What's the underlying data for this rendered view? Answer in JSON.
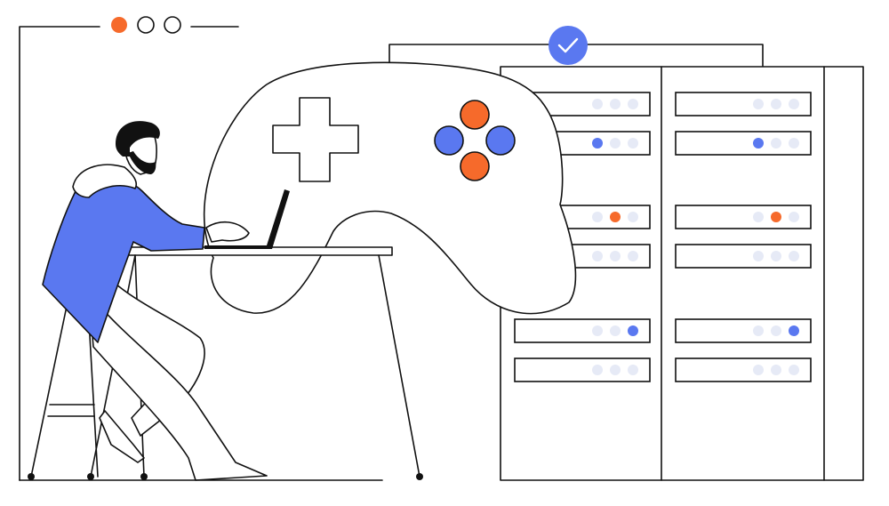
{
  "colors": {
    "accent_orange": "#f66a2b",
    "accent_blue": "#5a78f0",
    "light_dot": "#e6eaf6",
    "stroke": "#111111",
    "background": "#ffffff"
  },
  "icons": {
    "window_controls": [
      "orange-dot",
      "empty-dot",
      "empty-dot"
    ],
    "check_badge": "checkmark-icon",
    "controller_dpad": "plus-icon",
    "controller_buttons": [
      "orange",
      "blue",
      "blue",
      "orange"
    ]
  },
  "server_racks": [
    {
      "name": "rack-left",
      "units": [
        {
          "lit": -1,
          "color": "none"
        },
        {
          "lit": 0,
          "color": "blue"
        },
        {
          "lit": 1,
          "color": "orange"
        },
        {
          "lit": -1,
          "color": "none"
        },
        {
          "lit": 2,
          "color": "blue"
        },
        {
          "lit": -1,
          "color": "none"
        }
      ]
    },
    {
      "name": "rack-right",
      "units": [
        {
          "lit": -1,
          "color": "none"
        },
        {
          "lit": 0,
          "color": "blue"
        },
        {
          "lit": 1,
          "color": "orange"
        },
        {
          "lit": -1,
          "color": "none"
        },
        {
          "lit": 2,
          "color": "blue"
        },
        {
          "lit": -1,
          "color": "none"
        }
      ]
    }
  ]
}
